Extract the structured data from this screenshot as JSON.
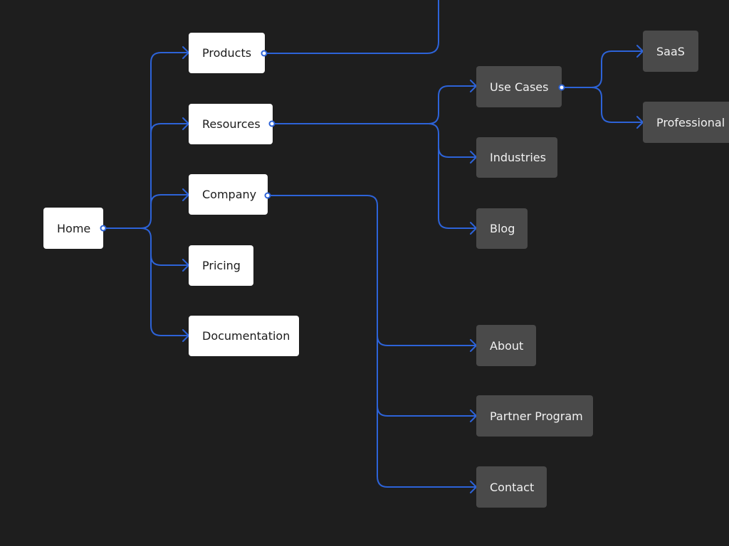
{
  "colors": {
    "background": "#1e1e1e",
    "connector": "#2d63d8",
    "node_primary_bg": "#ffffff",
    "node_primary_text": "#1c1c1c",
    "node_secondary_bg": "#4a4a4a",
    "node_secondary_text": "#f1f1f1"
  },
  "nodes": {
    "home": "Home",
    "products": "Products",
    "resources": "Resources",
    "company": "Company",
    "pricing": "Pricing",
    "documentation": "Documentation",
    "use_cases": "Use Cases",
    "industries": "Industries",
    "blog": "Blog",
    "saas": "SaaS",
    "professional": "Professional Services",
    "about": "About",
    "partner_program": "Partner Program",
    "contact": "Contact"
  }
}
